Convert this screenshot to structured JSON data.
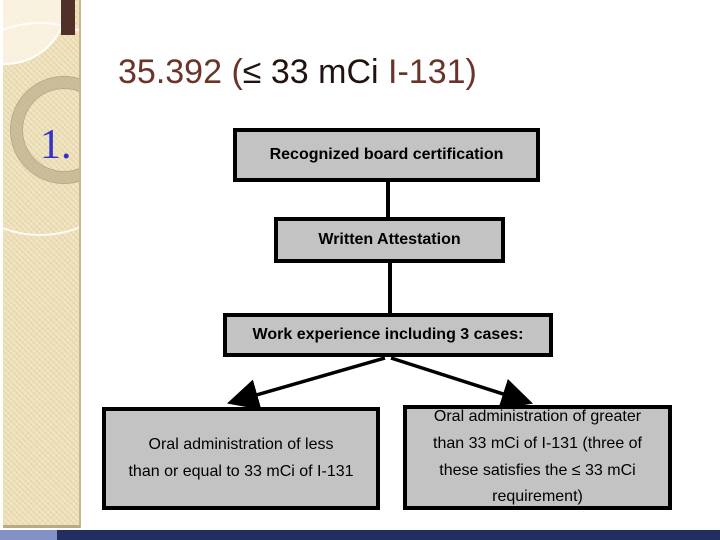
{
  "slide": {
    "title": {
      "prefix": "35.392 (",
      "mid": "≤ 33 mCi ",
      "suffix": "I-131)"
    },
    "outline_number": "1.",
    "flowchart": {
      "boxes": {
        "certification": "Recognized board certification",
        "attestation": "Written Attestation",
        "experience": "Work experience including 3 cases:",
        "oral_less": "Oral administration of less\nthan or equal to 33 mCi of I-131",
        "oral_greater": "Oral administration of greater\nthan 33 mCi of I-131 (three of\nthese satisfies the ≤ 33 mCi\nrequirement)"
      }
    },
    "colors": {
      "title_red": "#6b3428",
      "title_dark": "#201310",
      "box_fill": "#c3c3c3",
      "box_border": "#000000",
      "sidebar_beige": "#ecddb2",
      "number_blue": "#3333cc",
      "accent_tab_maroon": "#503028",
      "footer_navy": "#222e60",
      "footer_blue": "#8292c6"
    }
  }
}
